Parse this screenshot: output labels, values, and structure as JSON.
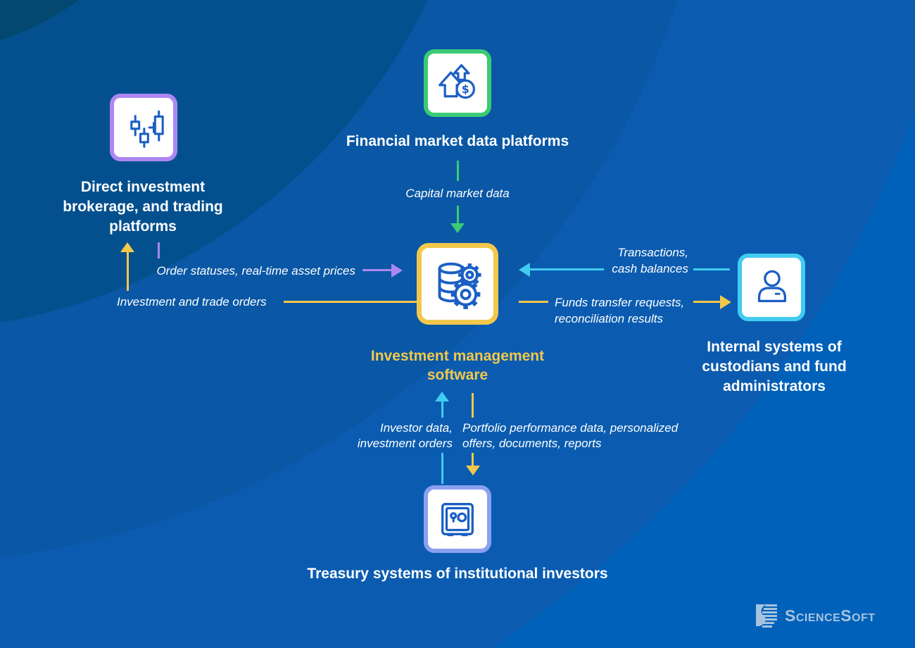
{
  "colors": {
    "bg1": "#02486F",
    "bg2": "#04508E",
    "bg3": "#0957A5",
    "bg4": "#0B5CB0",
    "bg5": "#0061BA",
    "green": "#3BCB74",
    "purple": "#AC87F2",
    "yellow": "#F2C84B",
    "cyan": "#41CBF0",
    "periwinkle": "#8BA0F0",
    "icon-stroke": "#1A5FC4",
    "logo": "#A6C3DF"
  },
  "nodes": {
    "market_data": {
      "label": "Financial market data platforms",
      "icon": "market-growth-dollar-icon"
    },
    "brokerage": {
      "lines": [
        "Direct investment",
        "brokerage, and trading",
        "platforms"
      ],
      "icon": "candlestick-chart-icon"
    },
    "ims": {
      "lines": [
        "Investment management",
        "software"
      ],
      "icon": "database-gears-icon"
    },
    "custodians": {
      "lines": [
        "Internal systems of",
        "custodians and fund",
        "administrators"
      ],
      "icon": "person-icon"
    },
    "treasury": {
      "label": "Treasury systems of institutional investors",
      "icon": "safe-vault-icon"
    }
  },
  "flows": {
    "capital": {
      "text": "Capital market data"
    },
    "order_statuses": {
      "text": "Order statuses, real-time asset prices"
    },
    "trade_orders": {
      "text": "Investment and trade orders"
    },
    "transactions": {
      "lines": [
        "Transactions,",
        "cash balances"
      ]
    },
    "funds_transfer": {
      "lines": [
        "Funds transfer requests,",
        "reconciliation results"
      ]
    },
    "investor_data": {
      "lines": [
        "Investor data,",
        "investment orders"
      ]
    },
    "portfolio": {
      "lines": [
        "Portfolio performance data, personalized",
        "offers, documents, reports"
      ]
    }
  },
  "logo": {
    "text": "ScienceSoft"
  }
}
